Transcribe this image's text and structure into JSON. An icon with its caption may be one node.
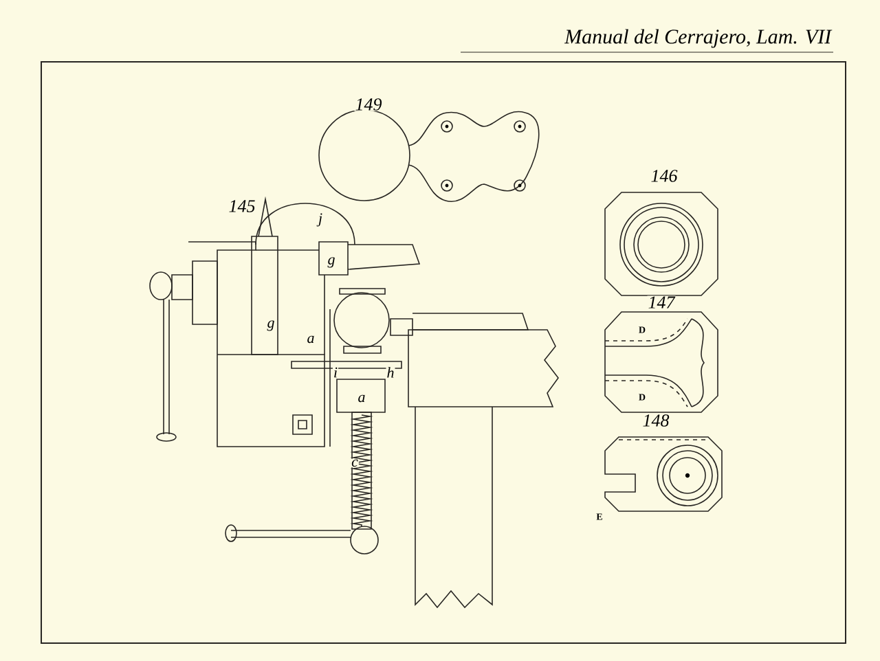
{
  "diagram": {
    "title": "Manual del Cerrajero, Lam. VII",
    "labels": [
      "149",
      "145",
      "j",
      "g",
      "146",
      "g",
      "a",
      "147",
      "D",
      "i",
      "h",
      "a",
      "D",
      "148",
      "E",
      "c"
    ]
  }
}
